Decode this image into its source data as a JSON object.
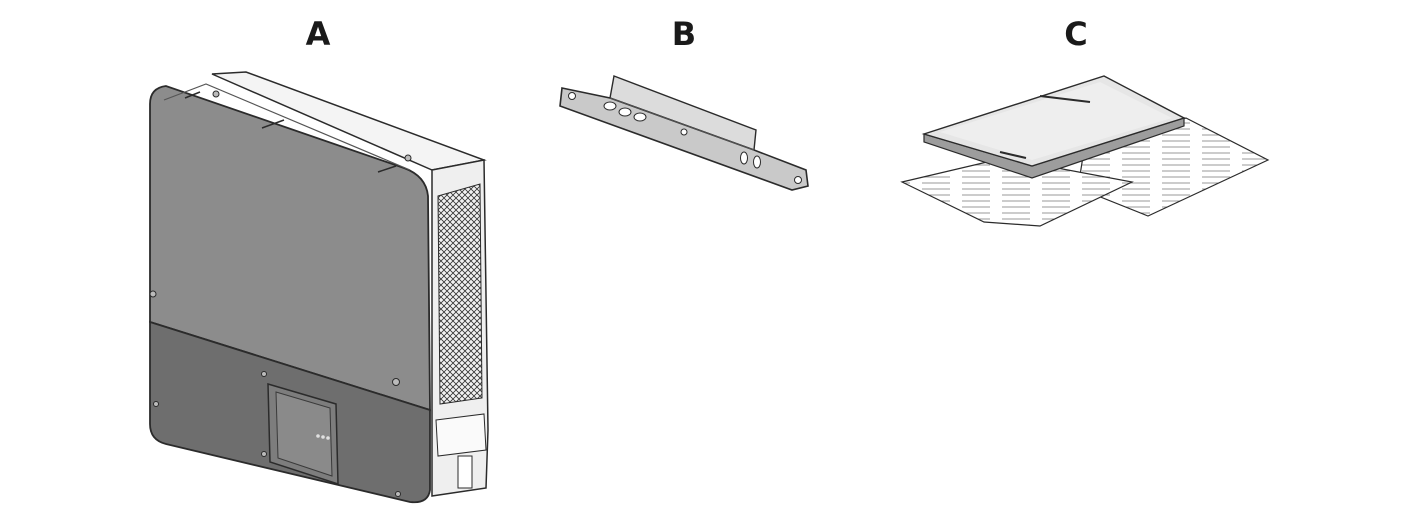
{
  "labels": {
    "a": "A",
    "b": "B",
    "c": "C"
  },
  "colors": {
    "housing_front": "#8c8c8c",
    "housing_lower": "#6e6e6e",
    "housing_side": "#efefef",
    "outline": "#2b2b2b",
    "bracket": "#c9c9c9",
    "paper": "#ffffff",
    "cover": "#e6e6e6"
  }
}
